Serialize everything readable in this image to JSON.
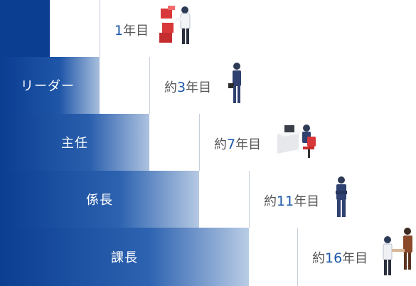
{
  "steps": [
    {
      "role": "",
      "prefix": "",
      "num": "1",
      "suffix": "年目"
    },
    {
      "role": "リーダー",
      "prefix": "約",
      "num": "3",
      "suffix": "年目"
    },
    {
      "role": "主任",
      "prefix": "約",
      "num": "7",
      "suffix": "年目"
    },
    {
      "role": "係長",
      "prefix": "約",
      "num": "11",
      "suffix": "年目"
    },
    {
      "role": "課長",
      "prefix": "約",
      "num": "16",
      "suffix": "年目"
    }
  ],
  "colors": {
    "navy": "#0b3d91",
    "accent_number": "#1a57a8",
    "text_gray": "#555555",
    "box_red": "#d9383a"
  },
  "icons": [
    "person-lifting-boxes-icon",
    "businessman-with-briefcase-icon",
    "person-at-desk-icon",
    "person-arms-crossed-icon",
    "handshake-icon"
  ]
}
